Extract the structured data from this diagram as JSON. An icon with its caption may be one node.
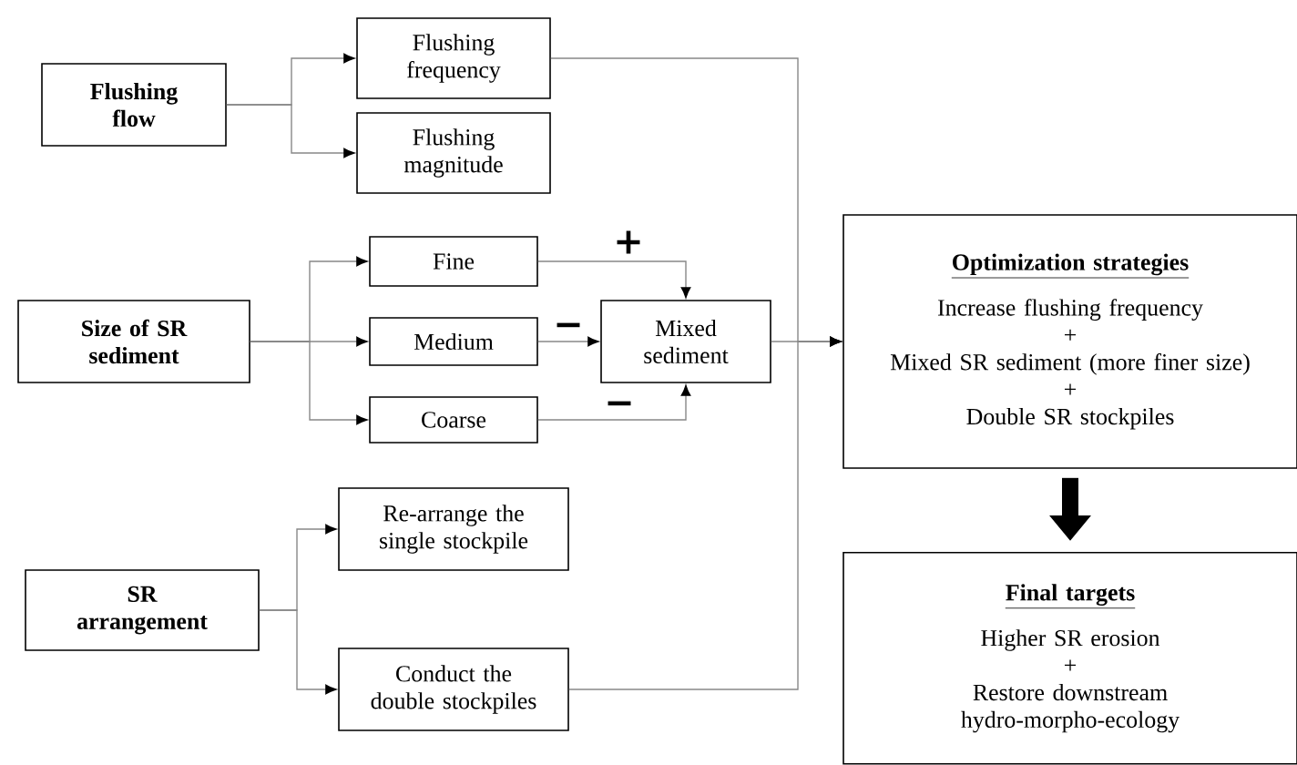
{
  "diagram": {
    "nodes": [
      {
        "text": [
          "Flushing flow"
        ]
      },
      {
        "text": [
          "Flushing frequency"
        ]
      },
      {
        "text": [
          "Flushing magnitude"
        ]
      },
      {
        "text": [
          "Size of SR sediment"
        ]
      },
      {
        "text": [
          "Fine"
        ]
      },
      {
        "text": [
          "Medium"
        ]
      },
      {
        "text": [
          "Coarse"
        ]
      },
      {
        "text": [
          "Mixed sediment"
        ]
      },
      {
        "text": [
          "SR arrangement"
        ]
      },
      {
        "text": [
          "Re-arrange the single stockpile"
        ]
      },
      {
        "text": [
          "Conduct the double stockpiles"
        ]
      },
      {
        "text": [
          "Optimization strategies",
          "Increase flushing frequency",
          "+",
          "Mixed SR sediment (more finer size)",
          "+",
          "Double SR stockpiles"
        ]
      },
      {
        "text": [
          "Final targets",
          "Higher SR erosion",
          "+",
          "Restore downstream hydro-morpho-ecology"
        ]
      }
    ],
    "edges": [
      {
        "from": 0,
        "to": 1,
        "arrow": "to"
      },
      {
        "from": 0,
        "to": 2,
        "arrow": "to"
      },
      {
        "from": 3,
        "to": 4,
        "arrow": "to"
      },
      {
        "from": 3,
        "to": 5,
        "arrow": "to"
      },
      {
        "from": 3,
        "to": 6,
        "arrow": "to"
      },
      {
        "from": 4,
        "to": 7,
        "arrow": "to",
        "label": "+"
      },
      {
        "from": 5,
        "to": 7,
        "arrow": "to",
        "label": "−"
      },
      {
        "from": 6,
        "to": 7,
        "arrow": "to",
        "label": "−"
      },
      {
        "from": 8,
        "to": 9,
        "arrow": "to"
      },
      {
        "from": 8,
        "to": 10,
        "arrow": "to"
      },
      {
        "from": 1,
        "to": 11,
        "arrow": "to"
      },
      {
        "from": 7,
        "to": 11,
        "arrow": "to"
      },
      {
        "from": 10,
        "to": 11,
        "arrow": "to"
      },
      {
        "from": 11,
        "to": 12,
        "arrow": "to",
        "style": "thick",
        "color": "#000000"
      }
    ]
  }
}
